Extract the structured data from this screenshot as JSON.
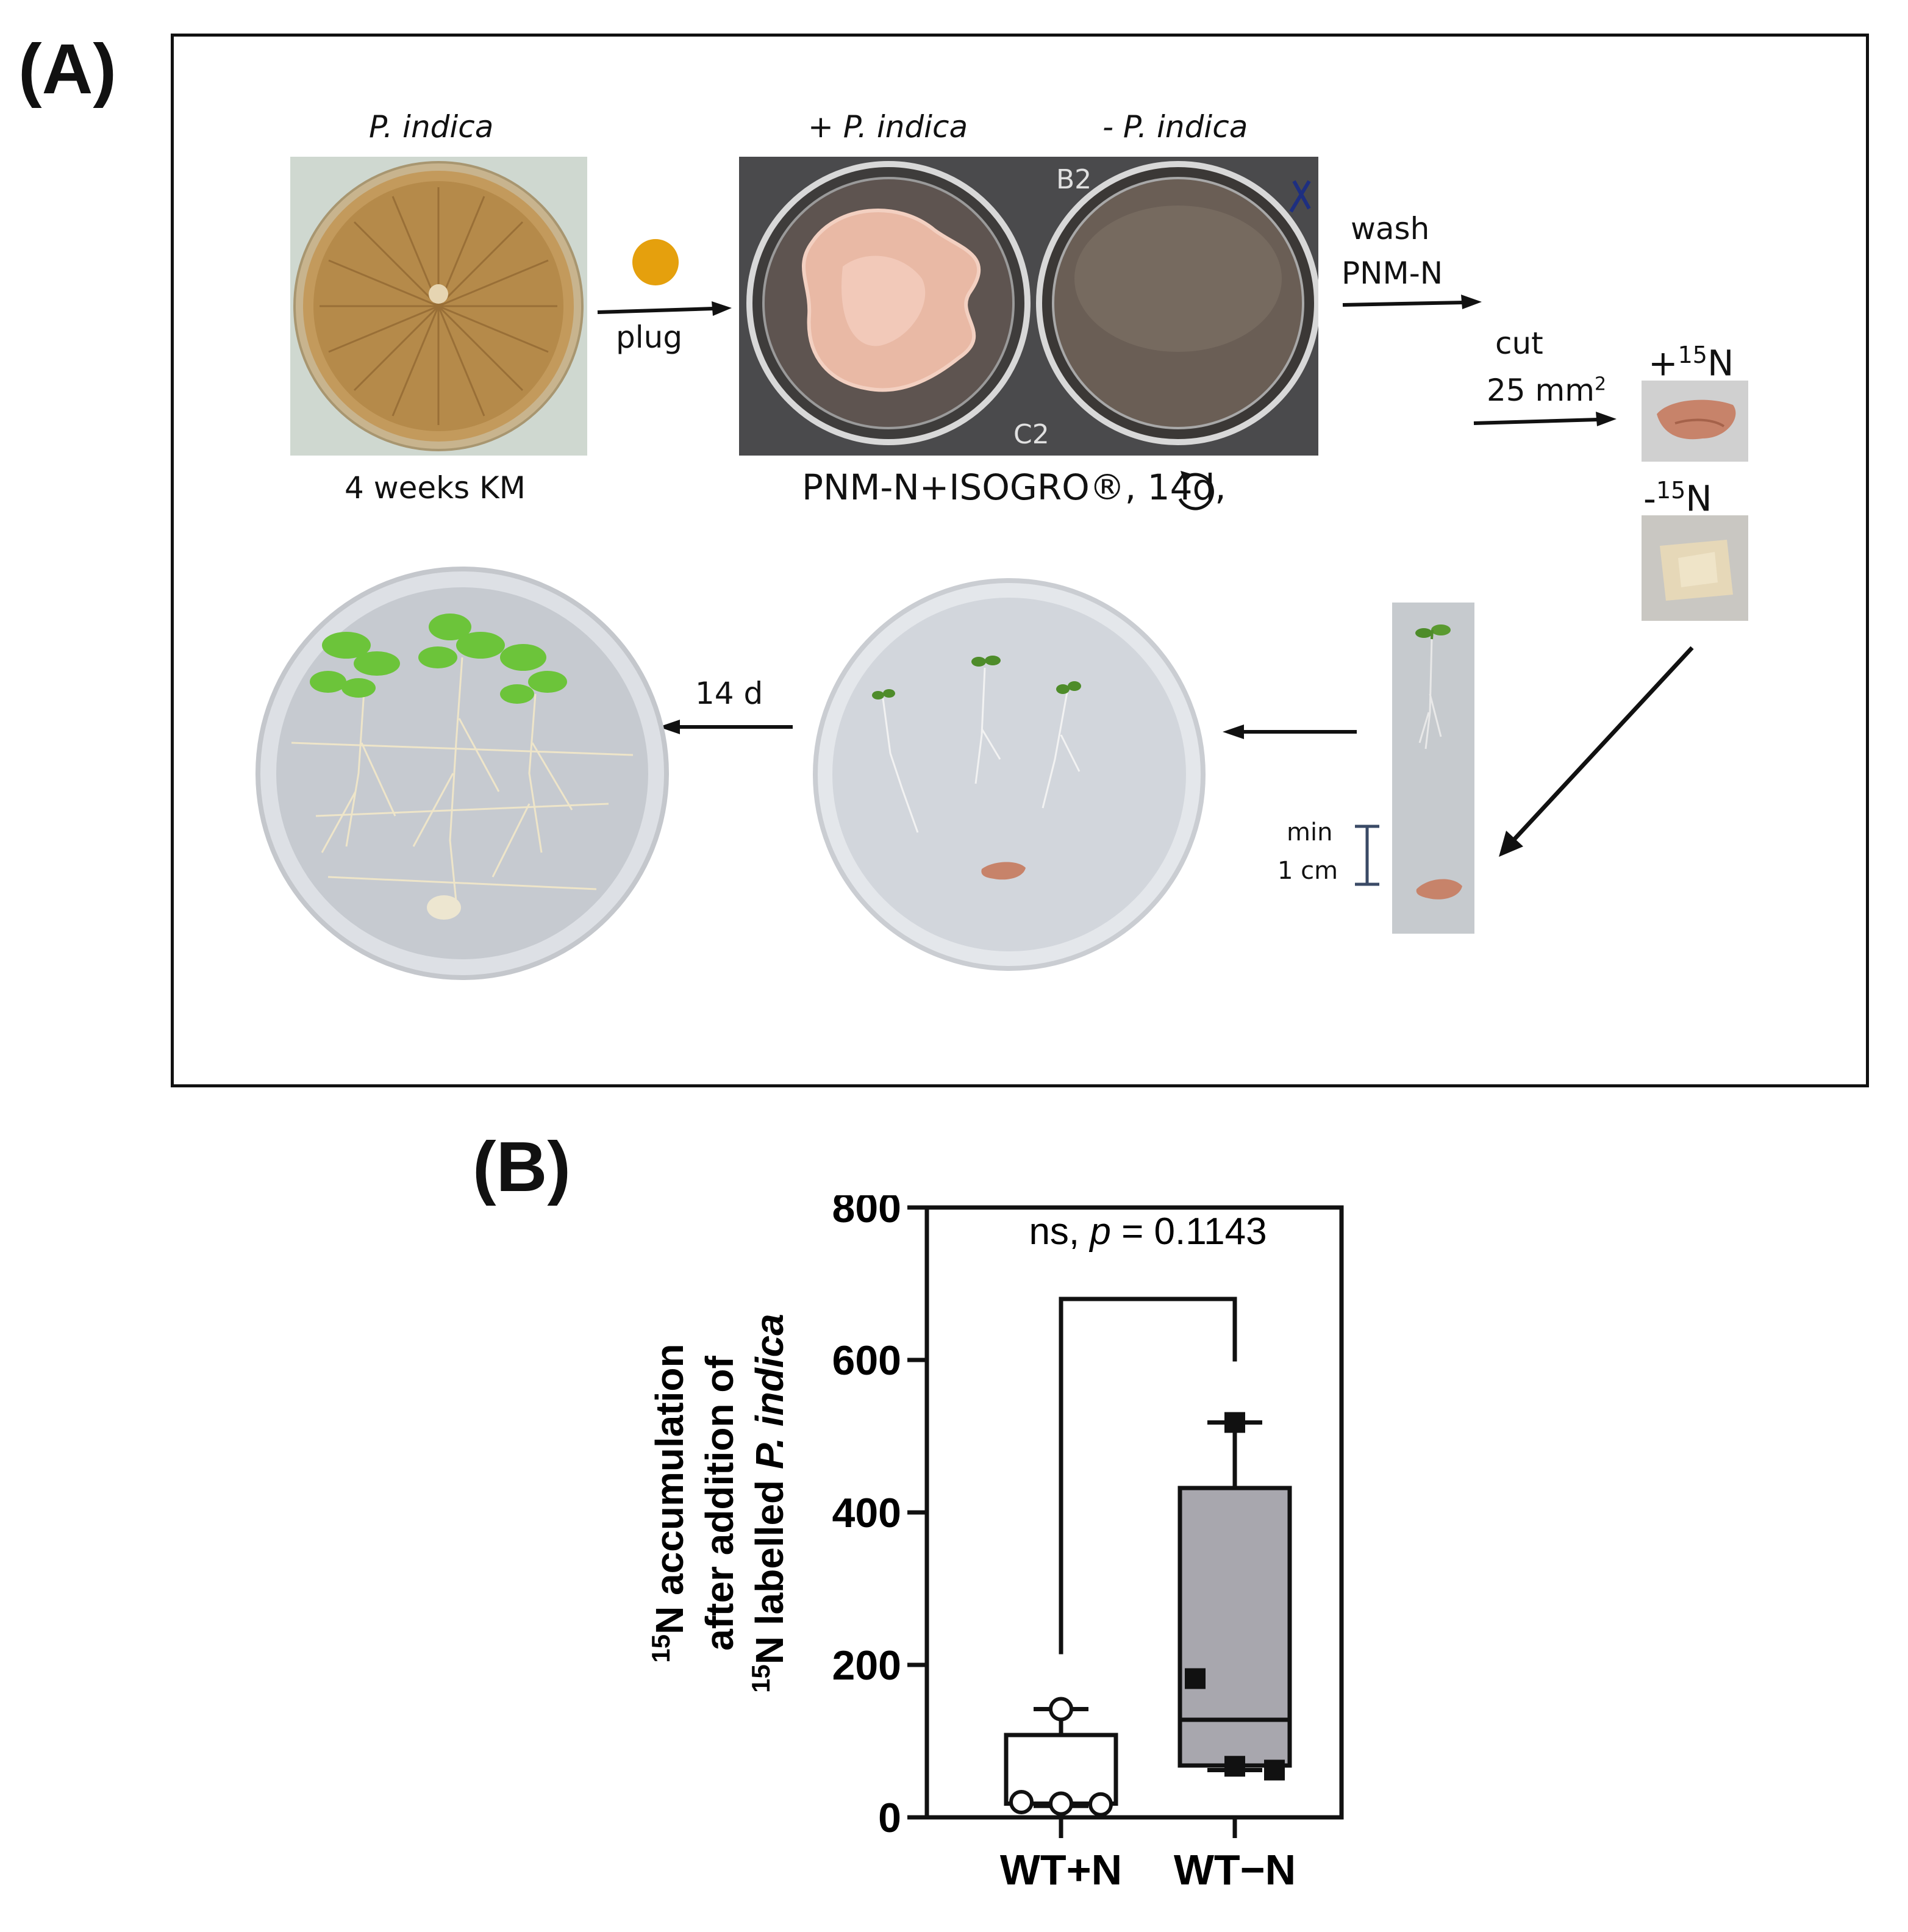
{
  "panel_a": {
    "label": "(A)",
    "fungus_caption": "P. indica",
    "plate_caption": "4 weeks KM",
    "plug_label": "plug",
    "plus_caption": "+ P. indica",
    "minus_caption": "- P. indica",
    "well_b2": "B2",
    "well_c2": "C2",
    "medium_caption": "PNM-N+ISOGRO®, 14d,",
    "wash_label": "wash",
    "pnm_label": "PNM-N",
    "cut_label": "cut",
    "area_value": "25 mm",
    "area_exp": "2",
    "plus_n_sign": "+",
    "minus_n_sign": "-",
    "n_mass": "15",
    "n_symbol": "N",
    "min_label": "min",
    "dist_label": "1 cm",
    "days_label": "14 d",
    "colors": {
      "plug": "#E5A00D",
      "agar_plate": "#B58A4A",
      "mycelium": "#E9B9A5"
    }
  },
  "panel_b": {
    "label": "(B)",
    "stat": {
      "prefix": "ns, ",
      "p_symbol": "p",
      "suffix": " = 0.1143"
    },
    "y_label": {
      "line1_mass": "15",
      "line1_text": "N accumulation",
      "line2_text": "after addition of",
      "line3_mass": "15",
      "line3_text": "N labelled ",
      "line3_italic": "P. indica"
    }
  },
  "chart_data": {
    "type": "box",
    "categories": [
      "WT+N",
      "WT−N"
    ],
    "ylim": [
      0,
      800
    ],
    "yticks": [
      "0",
      "200",
      "400",
      "600",
      "800"
    ],
    "series": [
      {
        "category": "WT+N",
        "min": 15,
        "q1": 18,
        "median": 18,
        "q3": 108,
        "max": 142,
        "points": [
          142,
          20,
          18,
          17
        ],
        "marker": "open-circle",
        "fill": "#ffffff"
      },
      {
        "category": "WT−N",
        "min": 62,
        "q1": 68,
        "median": 128,
        "q3": 432,
        "max": 518,
        "points": [
          518,
          182,
          67,
          62
        ],
        "marker": "filled-square",
        "fill": "#A8A7AE"
      }
    ],
    "comparison": {
      "between": [
        "WT+N",
        "WT−N"
      ],
      "text": "ns, p = 0.1143"
    }
  }
}
